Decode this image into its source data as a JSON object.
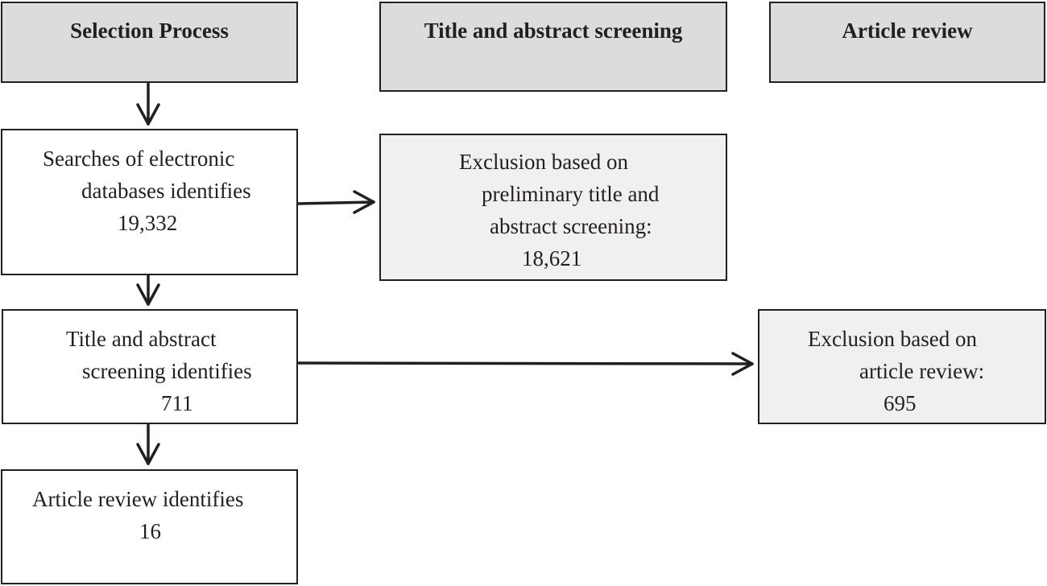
{
  "headers": {
    "selection_process": "Selection Process",
    "title_abstract_screening": "Title and abstract screening",
    "article_review": "Article review"
  },
  "searches_box": {
    "line1": "Searches of electronic",
    "line2": "databases identifies",
    "count": "19,332"
  },
  "screening_box": {
    "line1": "Title and abstract",
    "line2": "screening identifies",
    "count": "711"
  },
  "article_box": {
    "line1": "Article review identifies",
    "count": "16"
  },
  "exclusion_prelim": {
    "line1": "Exclusion based on",
    "line2": "preliminary title and",
    "line3": "abstract screening:",
    "count": "18,621"
  },
  "exclusion_article": {
    "line1": "Exclusion based on",
    "line2": "article review:",
    "count": "695"
  }
}
